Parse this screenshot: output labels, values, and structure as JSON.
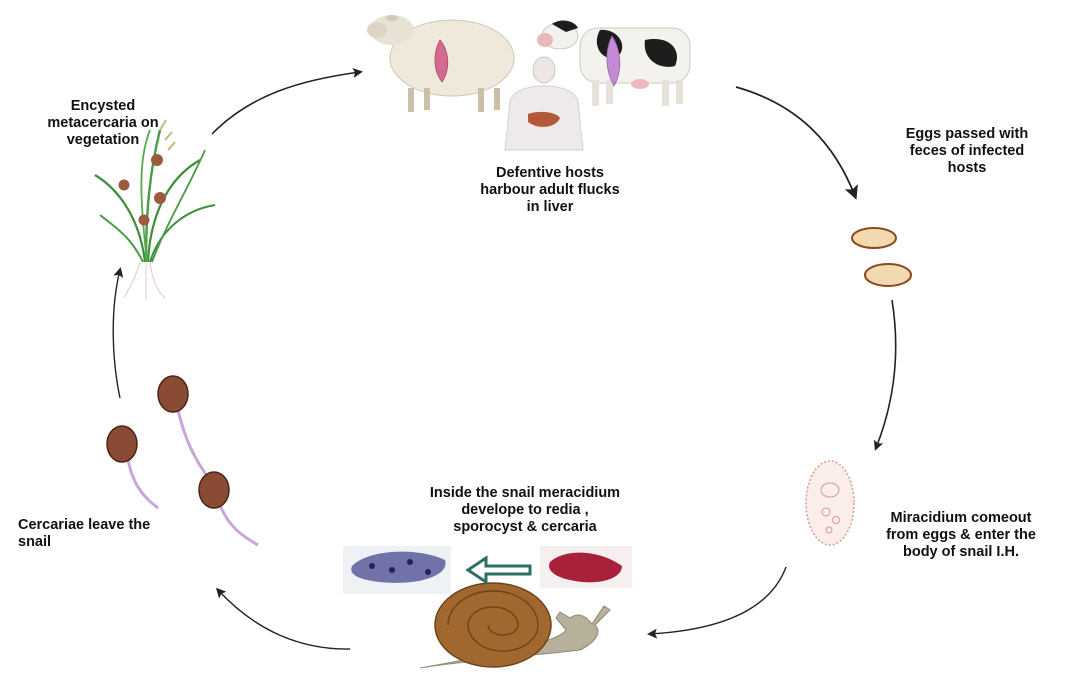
{
  "labels": {
    "metacercaria": "Encysted\nmetacercaria on\nvegetation",
    "definitive_hosts": "Defentive hosts\nharbour adult  flucks\nin liver",
    "eggs_passed": "Eggs passed with\nfeces of infected\nhosts",
    "miracidium": "Miracidium comeout\nfrom eggs  & enter the\nbody of  snail I.H.",
    "inside_snail": "Inside the snail meracidium\ndevelope to redia ,\nsporocyst & cercaria",
    "cercariae": "Cercariae  leave the\nsnail"
  },
  "colors": {
    "arrow": "#222222",
    "inner_arrow": "#2f6f63",
    "egg_fill": "#f3d9b0",
    "egg_stroke": "#8a4a1a",
    "cercaria_head": "#8a4b35",
    "cercaria_tail": "#c9a6d8",
    "fluke_pink": "#d46a8e",
    "snail_shell": "#a0672e",
    "snail_body": "#b7b09a",
    "grass": "#3e8e3a",
    "liver": "#b4583a",
    "redia_stain": "#a8203a",
    "sporocyst_stain": "#3c3a7a"
  },
  "icons": [
    "sheep-icon",
    "cow-icon",
    "human-icon",
    "grass-icon",
    "egg-icon",
    "miracidium-icon",
    "snail-icon",
    "cercaria-icon",
    "redia-slide-icon",
    "sporocyst-slide-icon"
  ]
}
